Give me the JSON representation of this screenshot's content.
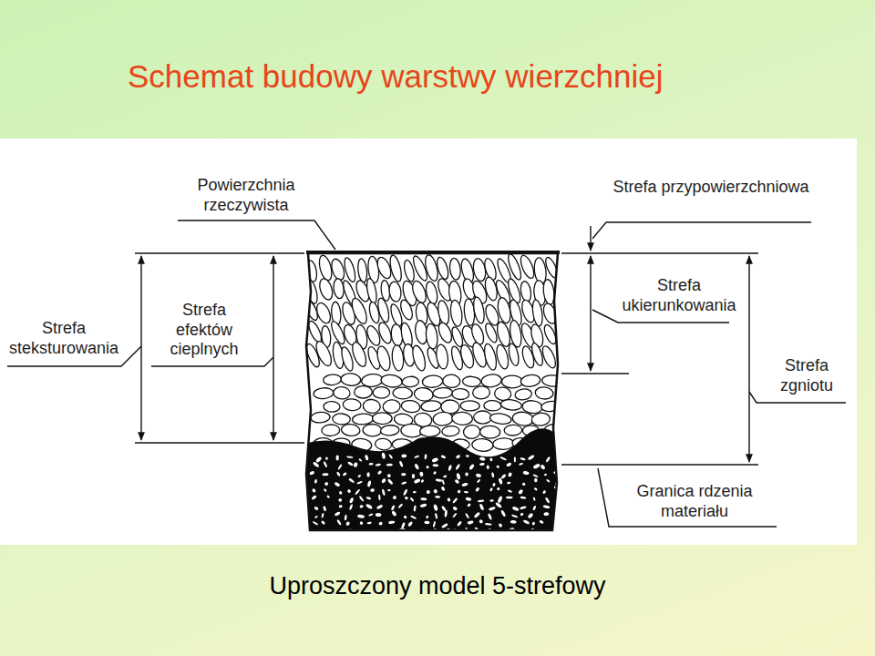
{
  "diagram": {
    "title": "Schemat budowy warstwy wierzchniej",
    "caption": "Uproszczony model 5-strefowy",
    "labels": [
      "Powierzchnia rzeczywista",
      "Strefa przypowierzchniowa",
      "Strefa steksturowania",
      "Strefa efektów cieplnych",
      "Strefa ukierunkowania",
      "Strefa zgniotu",
      "Granica rdzenia materiału"
    ]
  }
}
